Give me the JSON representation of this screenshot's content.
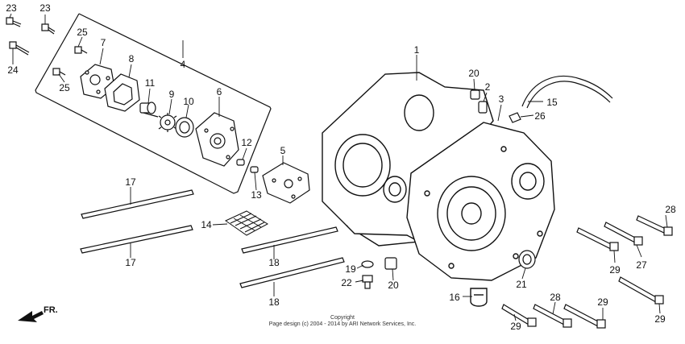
{
  "diagram": {
    "callouts": [
      "1",
      "2",
      "3",
      "4",
      "5",
      "6",
      "7",
      "8",
      "9",
      "10",
      "11",
      "12",
      "13",
      "14",
      "15",
      "16",
      "17",
      "17",
      "18",
      "18",
      "19",
      "20",
      "20",
      "21",
      "22",
      "23",
      "23",
      "24",
      "25",
      "25",
      "26",
      "27",
      "28",
      "28",
      "29",
      "29",
      "29",
      "29"
    ],
    "front_label": "FR."
  },
  "footer": {
    "line1": "Copyright",
    "line2": "Page design (c) 2004 - 2014 by ARI Network Services, Inc."
  }
}
